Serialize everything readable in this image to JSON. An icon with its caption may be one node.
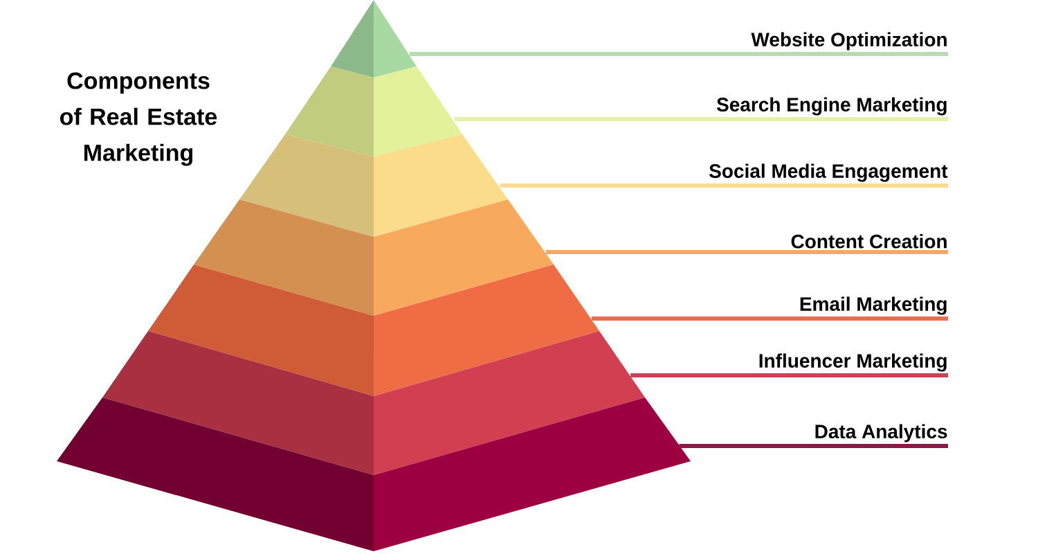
{
  "diagram": {
    "title": "Components of Real Estate Marketing",
    "nodes": [
      {
        "text": [],
        "shape": "band"
      },
      {
        "text": [],
        "shape": "band"
      },
      {
        "text": [],
        "shape": "band"
      },
      {
        "text": [],
        "shape": "band"
      },
      {
        "text": [],
        "shape": "band"
      },
      {
        "text": [],
        "shape": "band"
      },
      {
        "text": [],
        "shape": "band"
      },
      {
        "text": [
          "Website Optimization"
        ]
      },
      {
        "text": [
          "Search Engine Marketing"
        ]
      },
      {
        "text": [
          "Social Media Engagement"
        ]
      },
      {
        "text": [
          "Content Creation"
        ]
      },
      {
        "text": [
          "Email Marketing"
        ]
      },
      {
        "text": [
          "Influencer Marketing"
        ]
      },
      {
        "text": [
          "Data Analytics"
        ]
      }
    ],
    "edges": [
      {
        "from": 7,
        "to": 0,
        "arrow": "none",
        "color": "#b7dcb0"
      },
      {
        "from": 8,
        "to": 1,
        "arrow": "none",
        "color": "#e6f1a8"
      },
      {
        "from": 9,
        "to": 2,
        "arrow": "none",
        "color": "#f8dc90"
      },
      {
        "from": 10,
        "to": 3,
        "arrow": "none",
        "color": "#f4a86a"
      },
      {
        "from": 11,
        "to": 4,
        "arrow": "none",
        "color": "#e4704f"
      },
      {
        "from": 12,
        "to": 5,
        "arrow": "none",
        "color": "#c74456"
      },
      {
        "from": 13,
        "to": 6,
        "arrow": "none",
        "color": "#8a1848"
      }
    ]
  }
}
